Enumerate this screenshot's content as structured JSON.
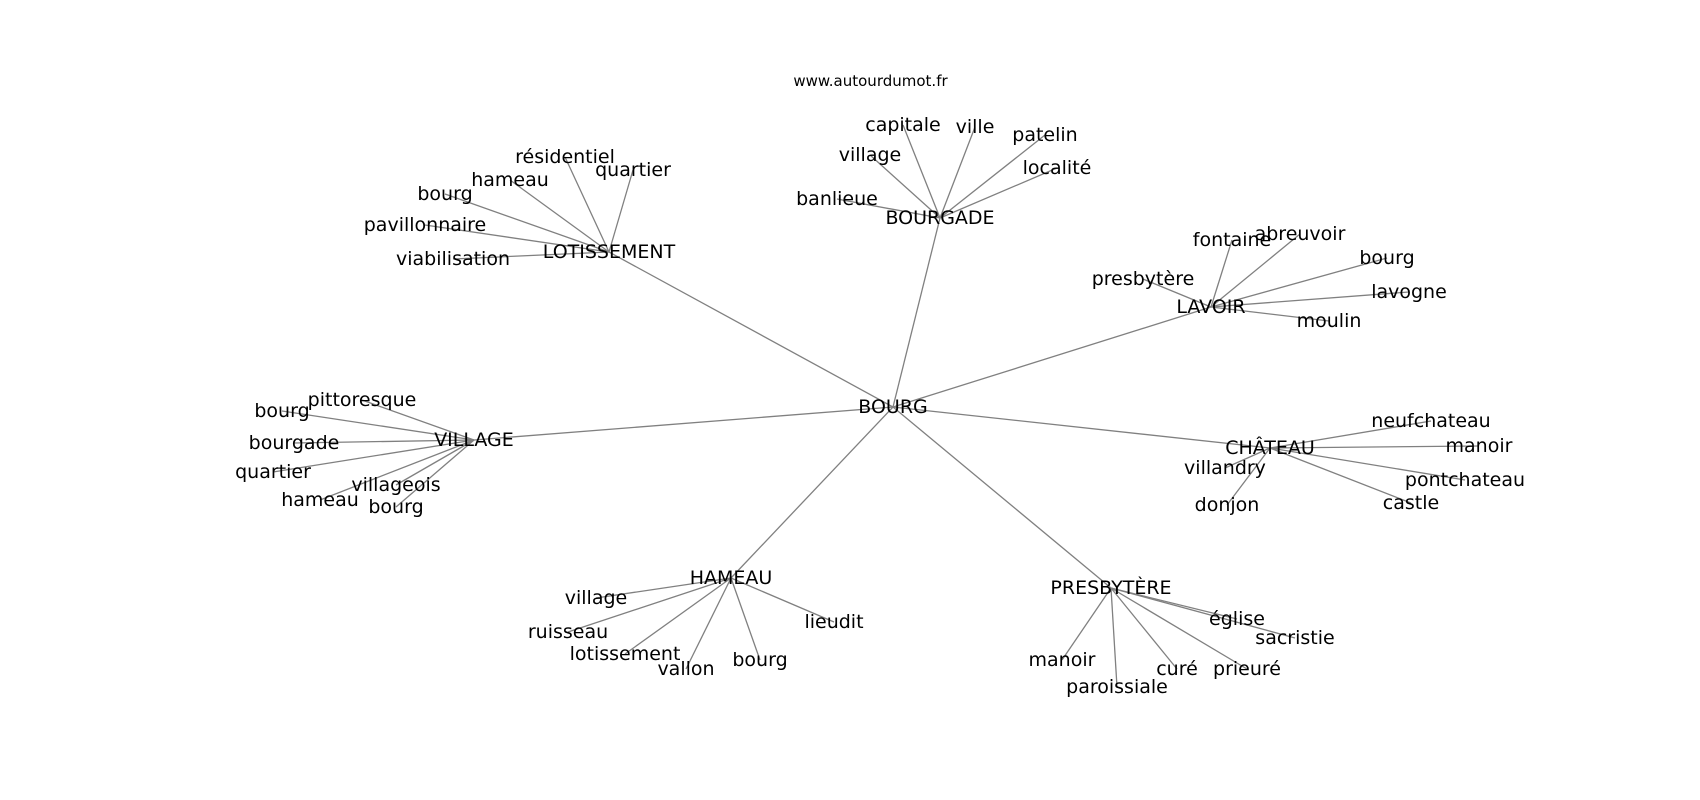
{
  "site": "www.autourdumot.fr",
  "colors": {
    "edge": "#808080",
    "text": "#000000",
    "background": "#ffffff"
  },
  "graph": {
    "center": "BOURG",
    "clusters": [
      {
        "hub": "BOURGADE",
        "leaves": [
          "capitale",
          "ville",
          "patelin",
          "village",
          "localité",
          "banlieue"
        ]
      },
      {
        "hub": "LOTISSEMENT",
        "leaves": [
          "résidentiel",
          "quartier",
          "hameau",
          "bourg",
          "pavillonnaire",
          "viabilisation"
        ]
      },
      {
        "hub": "LAVOIR",
        "leaves": [
          "fontaine",
          "abreuvoir",
          "bourg",
          "presbytère",
          "lavogne",
          "moulin"
        ]
      },
      {
        "hub": "VILLAGE",
        "leaves": [
          "pittoresque",
          "bourg",
          "bourgade",
          "quartier",
          "villageois",
          "hameau",
          "bourg"
        ]
      },
      {
        "hub": "CHÂTEAU",
        "leaves": [
          "neufchateau",
          "manoir",
          "villandry",
          "pontchateau",
          "donjon",
          "castle"
        ]
      },
      {
        "hub": "HAMEAU",
        "leaves": [
          "village",
          "ruisseau",
          "lotissement",
          "vallon",
          "bourg",
          "lieudit"
        ]
      },
      {
        "hub": "PRESBYTÈRE",
        "leaves": [
          "église",
          "sacristie",
          "manoir",
          "curé",
          "prieuré",
          "paroissiale"
        ]
      }
    ]
  }
}
